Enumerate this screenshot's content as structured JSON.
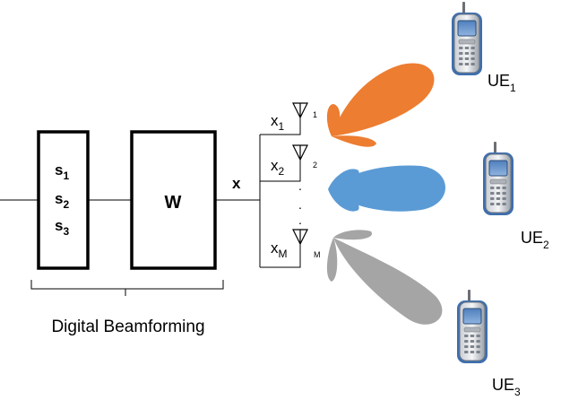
{
  "signals_block": {
    "s1": {
      "base": "s",
      "sub": "1"
    },
    "s2": {
      "base": "s",
      "sub": "2"
    },
    "s3": {
      "base": "s",
      "sub": "3"
    }
  },
  "precoder_block": {
    "label": "W"
  },
  "output_vector": {
    "label": "x"
  },
  "antennas": [
    {
      "signal_base": "x",
      "signal_sub": "1",
      "index": "1"
    },
    {
      "signal_base": "x",
      "signal_sub": "2",
      "index": "2"
    },
    {
      "signal_base": "x",
      "signal_sub": "M",
      "index": "M"
    }
  ],
  "ellipsis_dots": ".",
  "bracket_caption": "Digital Beamforming",
  "beam_colors": [
    "#ED7D31",
    "#5B9BD5",
    "#A5A5A5"
  ],
  "users": [
    {
      "base": "UE",
      "sub": "1"
    },
    {
      "base": "UE",
      "sub": "2"
    },
    {
      "base": "UE",
      "sub": "3"
    }
  ],
  "icons": {
    "antenna": "antenna-icon",
    "phone": "mobile-phone-icon"
  }
}
